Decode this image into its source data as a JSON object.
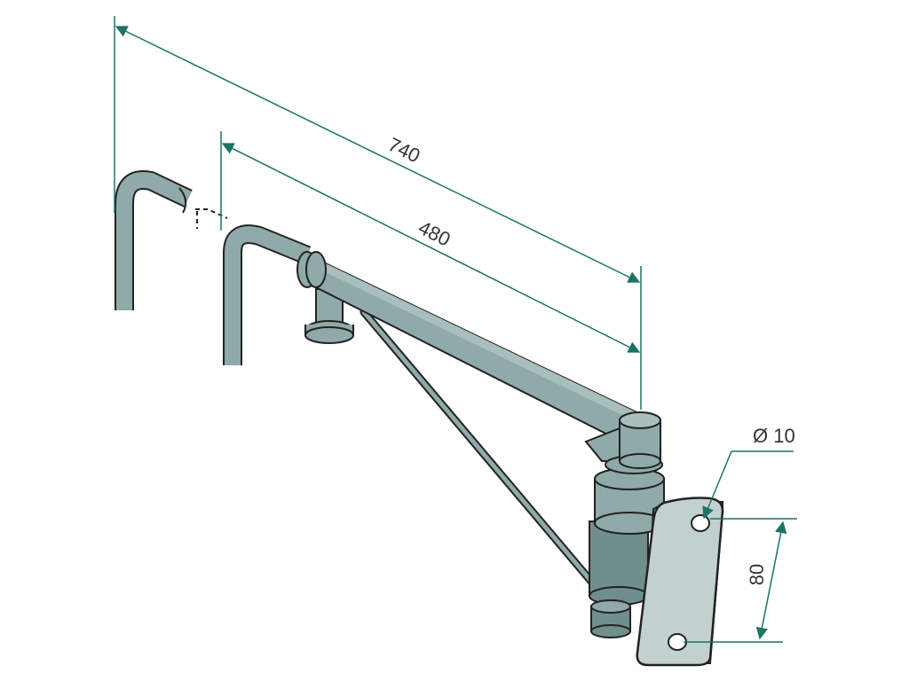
{
  "colors": {
    "background": "#ffffff",
    "metal": "#8faaa8",
    "metal_dark": "#6f8e8c",
    "metal_light": "#a9bfbd",
    "plate": "#c2d1cf",
    "outline": "#222222",
    "dimension": "#1c7366",
    "label": "#333333"
  },
  "dimensions": {
    "overall_length": "740",
    "arm_length": "480",
    "hole_diameter": "Ø 10",
    "hole_spacing": "80"
  }
}
